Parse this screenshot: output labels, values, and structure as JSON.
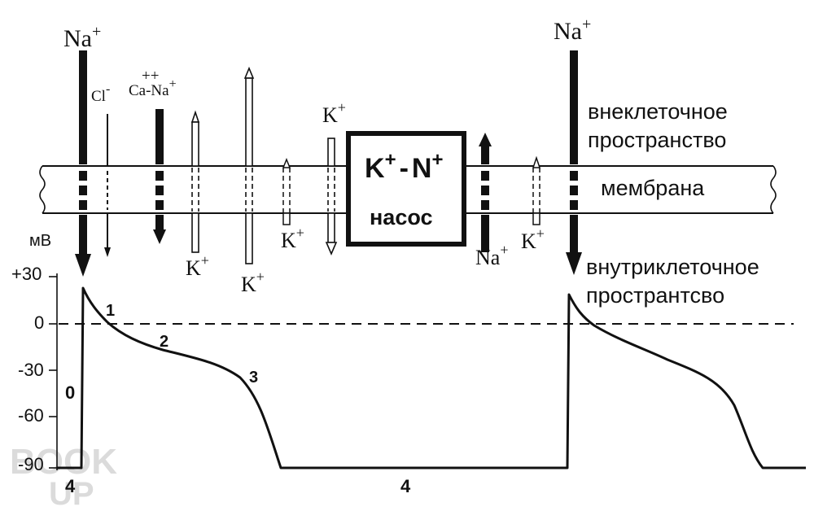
{
  "ions": {
    "na_left": "Na",
    "na_left_sup": "+",
    "cl": "Cl",
    "cl_sup": "-",
    "ca_na": "Ca-Na",
    "ca_sup": "++",
    "ca_na_sup": "+",
    "k_top": "K",
    "k_top_sup": "+",
    "k_a": "K",
    "k_a_sup": "+",
    "k_b": "K",
    "k_b_sup": "+",
    "k_c": "K",
    "k_c_sup": "+",
    "na_pump": "Na",
    "na_pump_sup": "+",
    "k_d": "K",
    "k_d_sup": "+",
    "na_right": "Na",
    "na_right_sup": "+"
  },
  "pump": {
    "title_k": "K",
    "title_k_sup": "+",
    "title_sep": "-",
    "title_n": "N",
    "title_n_sup": "+",
    "label": "насос"
  },
  "regions": {
    "outside_line1": "внеклеточное",
    "outside_line2": "пространство",
    "membrane": "мембрана",
    "inside_line1": "внутриклеточное",
    "inside_line2": "пространтсво"
  },
  "axis": {
    "unit": "мВ",
    "ticks": [
      "+30",
      "0",
      "-30",
      "-60",
      "-90"
    ]
  },
  "phases": {
    "p0": "0",
    "p1": "1",
    "p2": "2",
    "p3": "3",
    "p4_left": "4",
    "p4_mid": "4"
  },
  "watermark": {
    "line1": "BOOK",
    "line2": "UP"
  }
}
